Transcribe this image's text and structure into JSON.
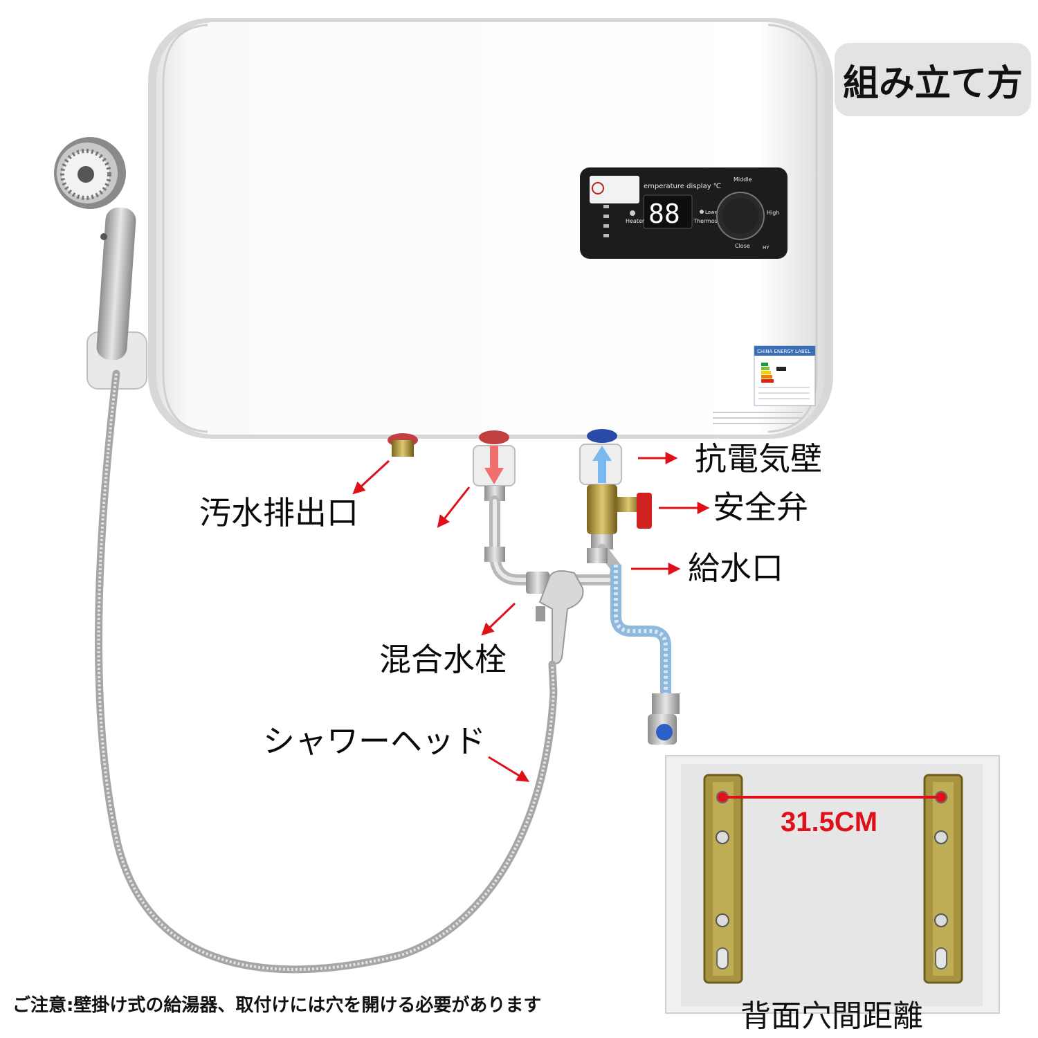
{
  "title": "組み立て方",
  "panel": {
    "display_label": "emperature display ℃",
    "digits": "88",
    "heater_label": "Heater",
    "lower_label": "Lower",
    "thermos_label": "Thermos (bottle)",
    "knob_middle": "Middle",
    "knob_high": "High",
    "knob_close": "Close",
    "brand": "HY"
  },
  "energy_label": {
    "header": "CHINA ENERGY LABEL"
  },
  "labels": {
    "anti_shock_wall": "抗電気壁",
    "safety_valve": "安全弁",
    "water_inlet": "給水口",
    "drain_outlet": "汚水排出口",
    "mixing_faucet": "混合水栓",
    "shower_head": "シャワーヘッド"
  },
  "bracket": {
    "distance": "31.5CM",
    "caption": "背面穴間距離"
  },
  "note": "ご注意:壁掛け式の給湯器、取付けには穴を開ける必要があります",
  "colors": {
    "arrow_red": "#e0101a",
    "hot_pipe": "#e05050",
    "cold_pipe": "#5aa0e8",
    "panel_dark": "#1c1c1c"
  }
}
